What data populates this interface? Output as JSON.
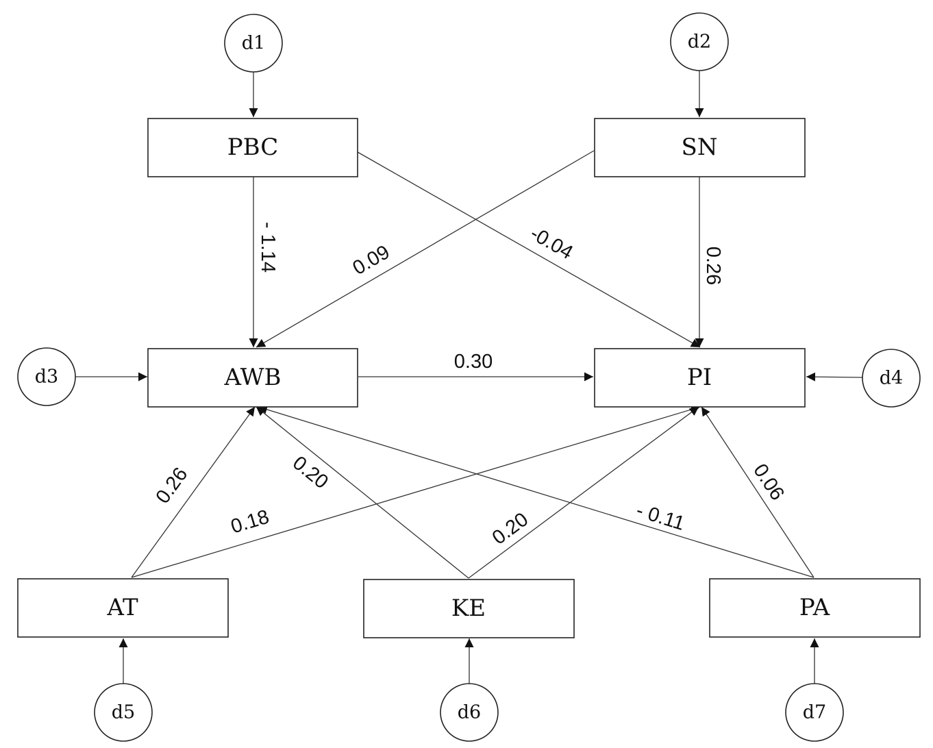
{
  "nodes": {
    "pbc": "PBC",
    "sn": "SN",
    "awb": "AWB",
    "pi": "PI",
    "at": "AT",
    "ke": "KE",
    "pa": "PA"
  },
  "disturbances": {
    "d1": "d1",
    "d2": "d2",
    "d3": "d3",
    "d4": "d4",
    "d5": "d5",
    "d6": "d6",
    "d7": "d7"
  },
  "paths": {
    "pbc_awb": "- 1.14",
    "pbc_pi": "-0.04",
    "sn_awb": "0.09",
    "sn_pi": "0.26",
    "awb_pi": "0.30",
    "at_awb": "0.26",
    "at_pi": "0.18",
    "ke_awb": "0.20",
    "ke_pi": "0.20",
    "pa_pi": "0.06",
    "pa_awb": "- 0.11"
  },
  "colors": {
    "stroke": "#222222",
    "text": "#111111",
    "background": "#ffffff"
  }
}
